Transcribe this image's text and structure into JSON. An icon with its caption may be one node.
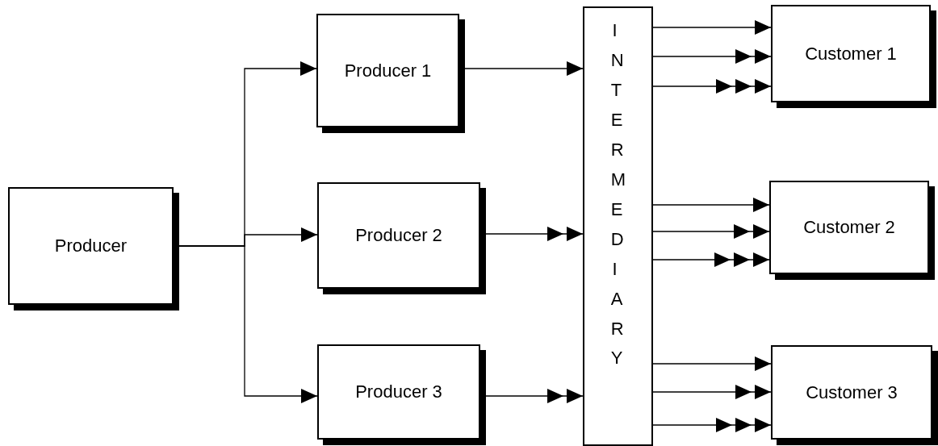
{
  "diagram": {
    "nodes": [
      {
        "text": [
          "Producer"
        ]
      },
      {
        "text": [
          "Producer 1"
        ]
      },
      {
        "text": [
          "Producer 2"
        ]
      },
      {
        "text": [
          "Producer 3"
        ]
      },
      {
        "text": [
          "INTERMEDIARY"
        ]
      },
      {
        "text": [
          "Customer 1"
        ]
      },
      {
        "text": [
          "Customer 2"
        ]
      },
      {
        "text": [
          "Customer 3"
        ]
      }
    ],
    "edges": [
      {
        "from": 0,
        "to": 1,
        "arrow": "to"
      },
      {
        "from": 0,
        "to": 2,
        "arrow": "to"
      },
      {
        "from": 0,
        "to": 3,
        "arrow": "to"
      },
      {
        "from": 1,
        "to": 4,
        "arrow": "to"
      },
      {
        "from": 2,
        "to": 4,
        "arrow": "to"
      },
      {
        "from": 3,
        "to": 4,
        "arrow": "to"
      },
      {
        "from": 4,
        "to": 5,
        "arrow": "to"
      },
      {
        "from": 4,
        "to": 5,
        "arrow": "to"
      },
      {
        "from": 4,
        "to": 5,
        "arrow": "to"
      },
      {
        "from": 4,
        "to": 6,
        "arrow": "to"
      },
      {
        "from": 4,
        "to": 6,
        "arrow": "to"
      },
      {
        "from": 4,
        "to": 6,
        "arrow": "to"
      },
      {
        "from": 4,
        "to": 7,
        "arrow": "to"
      },
      {
        "from": 4,
        "to": 7,
        "arrow": "to"
      },
      {
        "from": 4,
        "to": 7,
        "arrow": "to"
      }
    ]
  }
}
